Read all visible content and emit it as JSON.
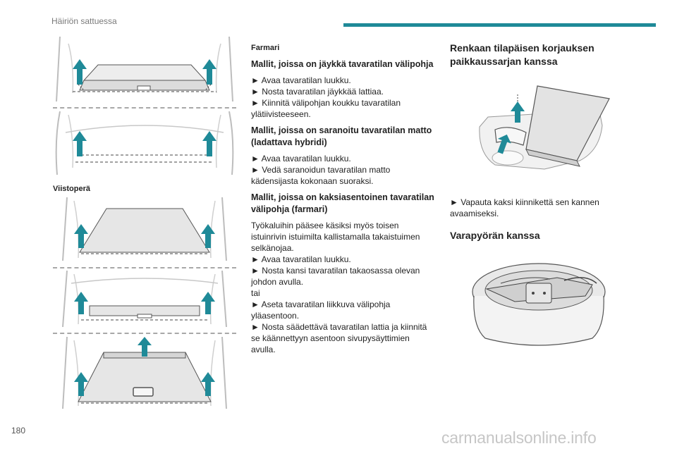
{
  "header": {
    "section": "Häiriön sattuessa",
    "accent": "#1f8a98"
  },
  "page_number": "180",
  "watermark": "carmanualsonline.info",
  "left": {
    "label_rear": "Viistoperä"
  },
  "middle": {
    "label_estate": "Farmari",
    "h_rigid": "Mallit, joissa on jäykkä tavaratilan välipohja",
    "rigid_steps": [
      "Avaa tavaratilan luukku.",
      "Nosta tavaratilan jäykkää lattiaa.",
      "Kiinnitä välipohjan koukku tavaratilan ylätiivisteeseen."
    ],
    "h_hinged": "Mallit, joissa on saranoitu tavaratilan matto (ladattava hybridi)",
    "hinged_steps": [
      "Avaa tavaratilan luukku.",
      "Vedä saranoidun tavaratilan matto kädensijasta kokonaan suoraksi."
    ],
    "h_two_pos": "Mallit, joissa on kaksiasentoinen tavaratilan välipohja (farmari)",
    "two_pos_intro": "Työkaluihin pääsee käsiksi myös toisen istuinrivin istuimilta kallistamalla takaistuimen selkänojaa.",
    "two_pos_step1": "Avaa tavaratilan luukku.",
    "two_pos_step2": "Nosta kansi tavaratilan takaosassa olevan johdon avulla.",
    "or_text": "tai",
    "two_pos_step3": "Aseta tavaratilan liikkuva välipohja yläasentoon.",
    "two_pos_step4": "Nosta säädettävä tavaratilan lattia ja kiinnitä se käännettyyn asentoon sivupysäyttimien avulla."
  },
  "right": {
    "h_repair": "Renkaan tilapäisen korjauksen paikkaussarjan kanssa",
    "repair_step": "Vapauta kaksi kiinnikettä sen kannen avaamiseksi.",
    "h_spare": "Varapyörän kanssa"
  }
}
